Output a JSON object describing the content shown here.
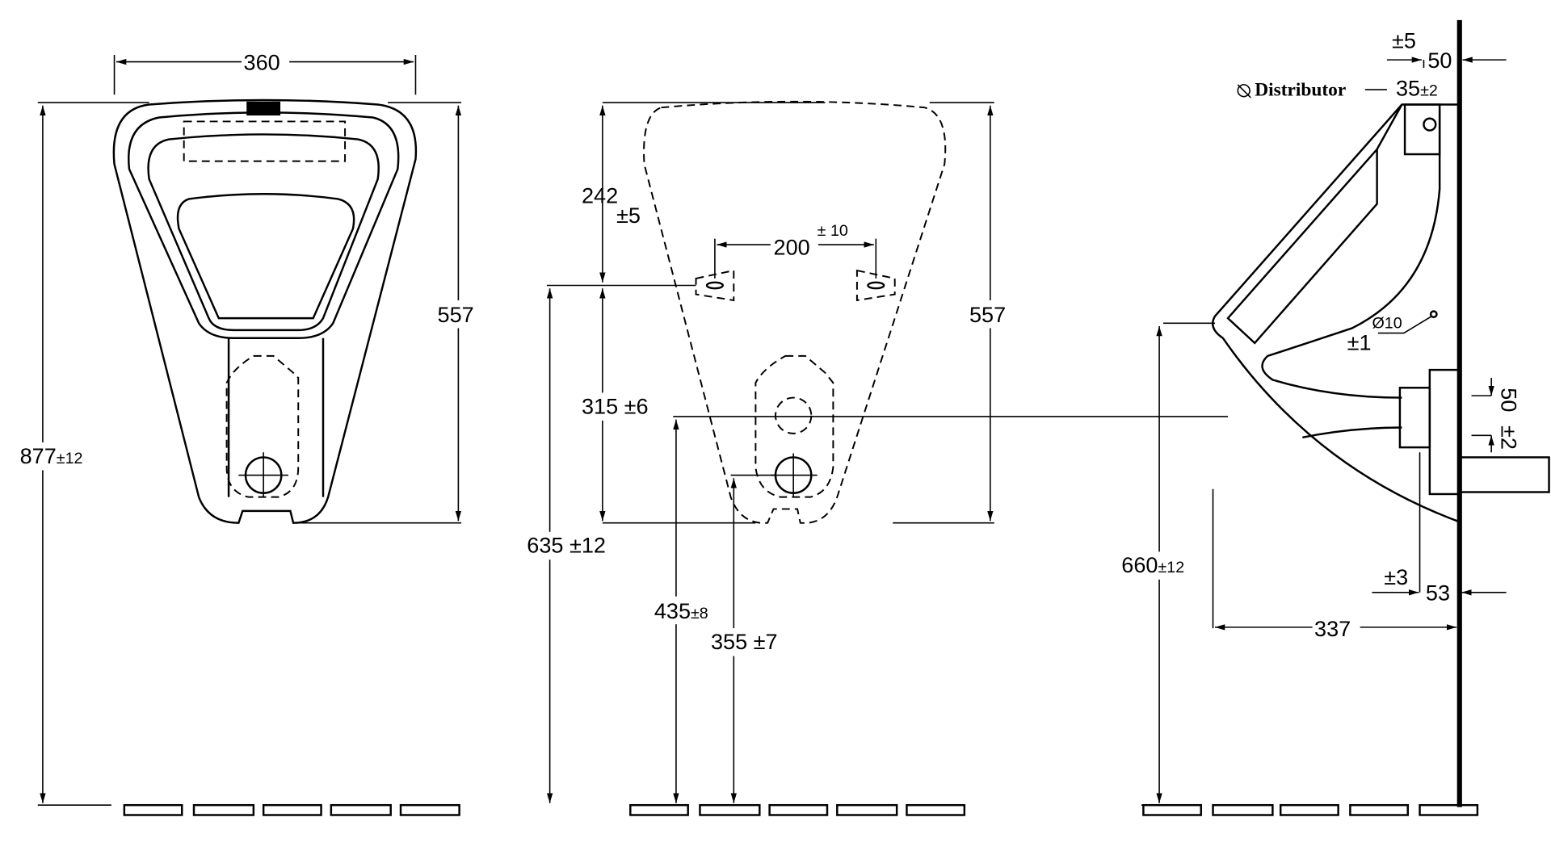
{
  "front_view": {
    "width": "360",
    "total_height": "877",
    "total_tol": "±12",
    "height": "557"
  },
  "rear_view": {
    "top_to_holes": "242",
    "top_to_holes_tol": "±5",
    "hole_spacing": "200",
    "hole_spacing_tol": "± 10",
    "height": "557",
    "holes_to_outlet": "315",
    "holes_to_outlet_tol": "±6",
    "floor_to_holes": "635",
    "floor_to_holes_tol": "±12",
    "floor_to_outlet": "435",
    "floor_to_outlet_tol": "±8",
    "floor_to_inlet": "355",
    "floor_to_inlet_tol": "±7"
  },
  "side_view": {
    "inlet_tol": "±5",
    "inlet_depth": "50",
    "distributor_label": "Distributor",
    "distributor_dim": "35",
    "distributor_tol": "±2",
    "hole_dia": "Ø10",
    "hole_tol": "±1",
    "outlet_dim": "50",
    "outlet_tol": "±2",
    "rim_height": "660",
    "rim_tol": "±12",
    "outlet_proj_tol": "±3",
    "outlet_proj": "53",
    "projection": "337"
  }
}
